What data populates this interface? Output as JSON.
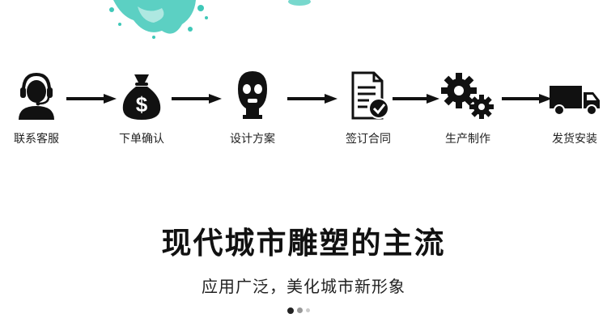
{
  "process": {
    "steps": [
      {
        "label": "联系客服",
        "icon": "customer-service-icon"
      },
      {
        "label": "下单确认",
        "icon": "money-bag-icon"
      },
      {
        "label": "设计方案",
        "icon": "sculpture-head-icon"
      },
      {
        "label": "签订合同",
        "icon": "contract-document-icon"
      },
      {
        "label": "生产制作",
        "icon": "gears-icon"
      },
      {
        "label": "发货安装",
        "icon": "delivery-truck-icon"
      }
    ]
  },
  "headline": "现代城市雕塑的主流",
  "subline": "应用广泛，美化城市新形象",
  "carousel": {
    "total": 3,
    "active_index": 0
  },
  "colors": {
    "splash": "#3fc8b8",
    "icon": "#111111",
    "dot_active": "#222222",
    "dot_inactive": "#bbbbbb"
  }
}
